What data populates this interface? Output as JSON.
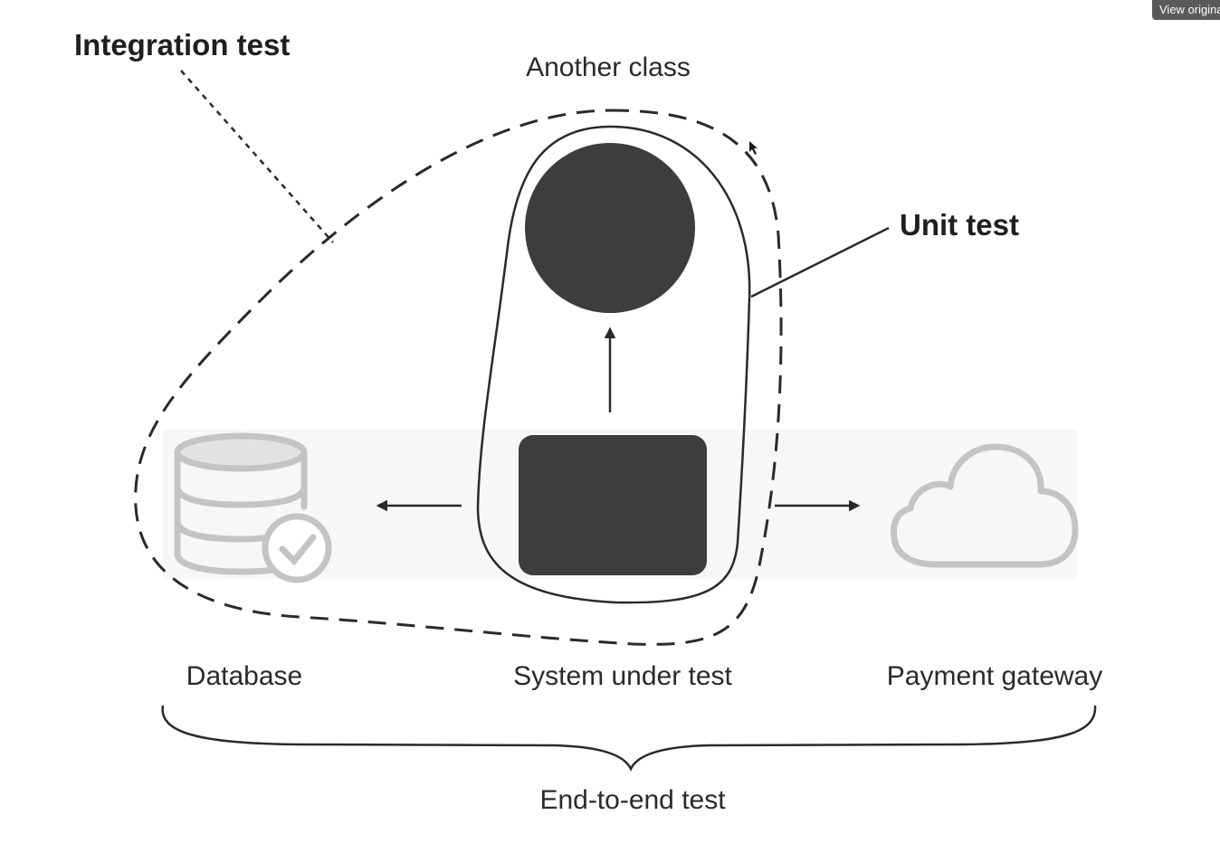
{
  "labels": {
    "integration_test": "Integration test",
    "another_class": "Another class",
    "unit_test": "Unit test",
    "database": "Database",
    "system_under_test": "System under test",
    "payment_gateway": "Payment gateway",
    "end_to_end_test": "End-to-end test"
  },
  "overlay": {
    "view_original": "View original"
  },
  "colors": {
    "dark_fill": "#3d3d3f",
    "line": "#2a2a2a",
    "faded_icon": "#c4c4c4",
    "band": "#f7f7f7"
  },
  "icons": [
    "database-check-icon",
    "cloud-icon"
  ]
}
